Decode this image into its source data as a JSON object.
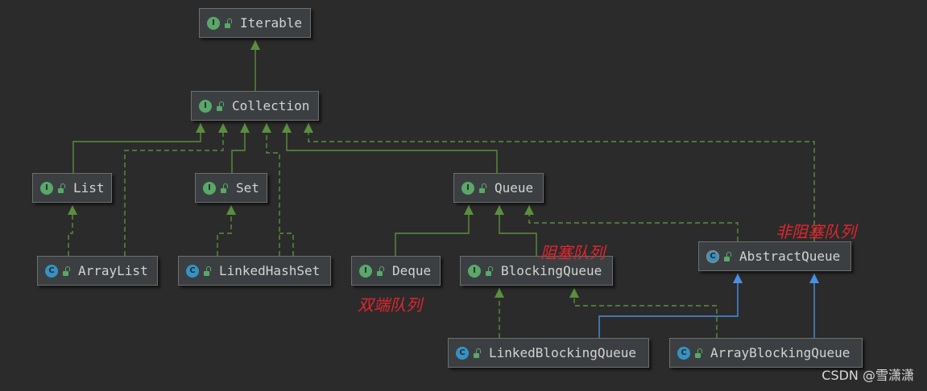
{
  "nodes": {
    "iterable": {
      "label": "Iterable",
      "kind": "I"
    },
    "collection": {
      "label": "Collection",
      "kind": "I"
    },
    "list": {
      "label": "List",
      "kind": "I"
    },
    "set": {
      "label": "Set",
      "kind": "I"
    },
    "queue": {
      "label": "Queue",
      "kind": "I"
    },
    "arraylist": {
      "label": "ArrayList",
      "kind": "C"
    },
    "linkedhashset": {
      "label": "LinkedHashSet",
      "kind": "C"
    },
    "deque": {
      "label": "Deque",
      "kind": "I"
    },
    "blockingqueue": {
      "label": "BlockingQueue",
      "kind": "I"
    },
    "abstractqueue": {
      "label": "AbstractQueue",
      "kind": "C"
    },
    "linkedblockingqueue": {
      "label": "LinkedBlockingQueue",
      "kind": "C"
    },
    "arrayblockingqueue": {
      "label": "ArrayBlockingQueue",
      "kind": "C"
    }
  },
  "annotations": {
    "non_blocking_queue": "非阻塞队列",
    "blocking_queue": "阻塞队列",
    "deque": "双端队列"
  },
  "watermark": "CSDN @雪潇潇",
  "colors": {
    "background": "#2b2b2b",
    "node_fill": "#3c3f41",
    "interface_badge": "#59a869",
    "class_badge": "#3592c4",
    "extends_edge": "#5a8f3c",
    "implements_edge": "#5a8f3c",
    "class_extends_edge": "#4a90e2",
    "annotation": "#e0262f"
  }
}
